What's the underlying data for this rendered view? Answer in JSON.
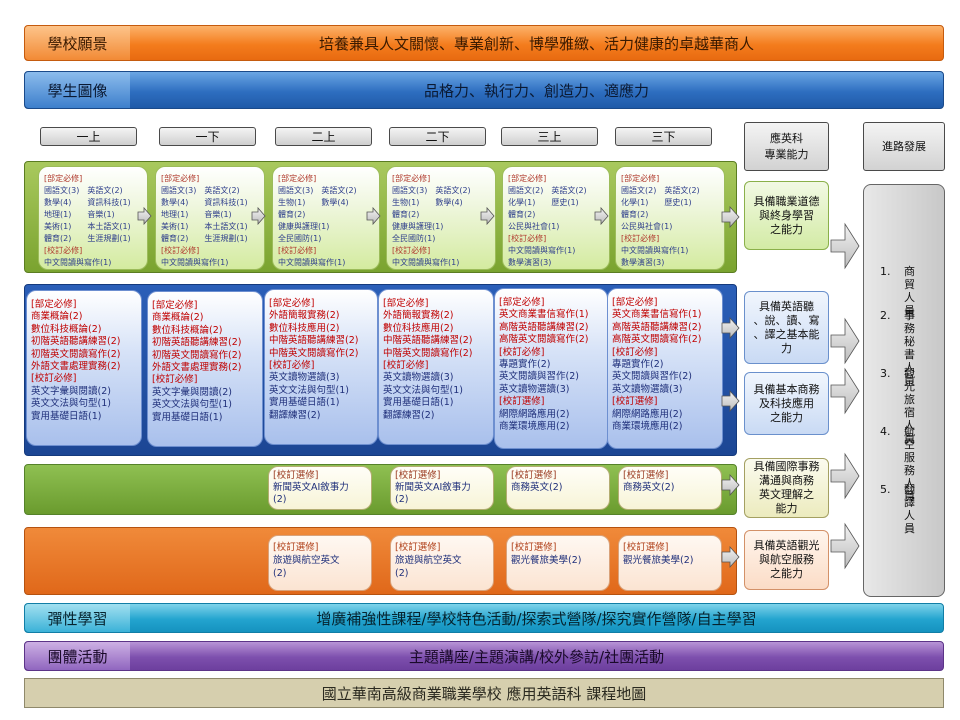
{
  "vision": {
    "label": "學校願景",
    "text": "培養兼具人文關懷、專業創新、博學雅緻、活力健康的卓越華商人"
  },
  "portrait": {
    "label": "學生圖像",
    "text": "品格力、執行力、創造力、適應力"
  },
  "semesters": [
    "一上",
    "一下",
    "二上",
    "二下",
    "三上",
    "三下"
  ],
  "dept_ability_header": [
    "應英科",
    "專業能力"
  ],
  "career_header": "進路發展",
  "row1_cards": [
    [
      "[部定必修]",
      "國語文(3)　英語文(2)",
      "數學(4)　　資訊科技(1)",
      "地理(1)　　音樂(1)",
      "美術(1)　　本土語文(1)",
      "體育(2)　　生涯規劃(1)",
      "[校訂必修]",
      "中文閱讀與寫作(1)"
    ],
    [
      "[部定必修]",
      "國語文(3)　英語文(2)",
      "數學(4)　　資訊科技(1)",
      "地理(1)　　音樂(1)",
      "美術(1)　　本土語文(1)",
      "體育(2)　　生涯規劃(1)",
      "[校訂必修]",
      "中文閱讀與寫作(1)"
    ],
    [
      "[部定必修]",
      "國語文(3)　英語文(2)",
      "生物(1)　　數學(4)",
      "體育(2)",
      "健康與護理(1)",
      "全民國防(1)",
      "[校訂必修]",
      "中文閱讀與寫作(1)"
    ],
    [
      "[部定必修]",
      "國語文(3)　英語文(2)",
      "生物(1)　　數學(4)",
      "體育(2)",
      "健康與護理(1)",
      "全民國防(1)",
      "[校訂必修]",
      "中文閱讀與寫作(1)"
    ],
    [
      "[部定必修]",
      "國語文(2)　英語文(2)",
      "化學(1)　　歷史(1)",
      "體育(2)",
      "公民與社會(1)",
      "[校訂必修]",
      "中文閱讀與寫作(1)",
      "數學演習(3)"
    ],
    [
      "[部定必修]",
      "國語文(2)　英語文(2)",
      "化學(1)　　歷史(1)",
      "體育(2)",
      "公民與社會(1)",
      "[校訂必修]",
      "中文閱讀與寫作(1)",
      "數學演習(3)"
    ]
  ],
  "row2_cards": [
    [
      "[部定必修]",
      "商業概論(2)",
      "數位科技概論(2)",
      "初階英語聽講練習(2)",
      "初階英文閱讀寫作(2)",
      "外語文書處理實務(2)",
      "[校訂必修]",
      "英文字彙與閱讀(2)",
      "英文文法與句型(1)",
      "實用基礎日語(1)"
    ],
    [
      "[部定必修]",
      "商業概論(2)",
      "數位科技概論(2)",
      "初階英語聽講練習(2)",
      "初階英文閱讀寫作(2)",
      "外語文書處理實務(2)",
      "[校訂必修]",
      "英文字彙與閱讀(2)",
      "英文文法與句型(1)",
      "實用基礎日語(1)"
    ],
    [
      "[部定必修]",
      "外語簡報實務(2)",
      "數位科技應用(2)",
      "中階英語聽講練習(2)",
      "中階英文閱讀寫作(2)",
      "[校訂必修]",
      "英文讀物選讀(3)",
      "英文文法與句型(1)",
      "實用基礎日語(1)",
      "翻譯練習(2)"
    ],
    [
      "[部定必修]",
      "外語簡報實務(2)",
      "數位科技應用(2)",
      "中階英語聽講練習(2)",
      "中階英文閱讀寫作(2)",
      "[校訂必修]",
      "英文讀物選讀(3)",
      "英文文法與句型(1)",
      "實用基礎日語(1)",
      "翻譯練習(2)"
    ],
    [
      "[部定必修]",
      "英文商業書信寫作(1)",
      "高階英語聽講練習(2)",
      "高階英文閱讀寫作(2)",
      "[校訂必修]",
      "專題實作(2)",
      "英文閱讀與習作(2)",
      "英文讀物選讀(3)",
      "[校訂選修]",
      "網際網路應用(2)",
      "商業環境應用(2)"
    ],
    [
      "[部定必修]",
      "英文商業書信寫作(1)",
      "高階英語聽講練習(2)",
      "高階英文閱讀寫作(2)",
      "[校訂必修]",
      "專題實作(2)",
      "英文閱讀與習作(2)",
      "英文讀物選讀(3)",
      "[校訂選修]",
      "網際網路應用(2)",
      "商業環境應用(2)"
    ]
  ],
  "row3_cards": [
    [
      "[校訂選修]",
      "新聞英文AI敘事力",
      "(2)"
    ],
    [
      "[校訂選修]",
      "新聞英文AI敘事力",
      "(2)"
    ],
    [
      "[校訂選修]",
      "商務英文(2)"
    ],
    [
      "[校訂選修]",
      "商務英文(2)"
    ]
  ],
  "row4_cards": [
    [
      "[校訂選修]",
      "旅遊與航空英文",
      "(2)"
    ],
    [
      "[校訂選修]",
      "旅遊與航空英文",
      "(2)"
    ],
    [
      "[校訂選修]",
      "觀光餐旅美學(2)"
    ],
    [
      "[校訂選修]",
      "觀光餐旅美學(2)"
    ]
  ],
  "abilities": [
    [
      "具備職業道德",
      "與終身學習",
      "之能力"
    ],
    [
      "具備英語聽",
      "、說、讀、寫",
      "、譯之基本能",
      "力"
    ],
    [
      "具備基本商務",
      "及科技應用",
      "之能力"
    ],
    [
      "具備國際事務",
      "溝通與商務",
      "英文理解之",
      "能力"
    ],
    [
      "具備英語觀光",
      "與航空服務",
      "之能力"
    ]
  ],
  "careers": [
    {
      "num": "1.",
      "name": "商貿人員"
    },
    {
      "num": "2.",
      "name": "事務秘書人員"
    },
    {
      "num": "3.",
      "name": "觀光旅宿人員"
    },
    {
      "num": "4.",
      "name": "航空服務人員"
    },
    {
      "num": "5.",
      "name": "翻譯人員"
    }
  ],
  "flexible": {
    "label": "彈性學習",
    "text": "增廣補強性課程/學校特色活動/探索式營隊/探究實作營隊/自主學習"
  },
  "group": {
    "label": "團體活動",
    "text": "主題講座/主題演講/校外參訪/社團活動"
  },
  "footer": "國立華南高級商業職業學校 應用英語科 課程地圖"
}
